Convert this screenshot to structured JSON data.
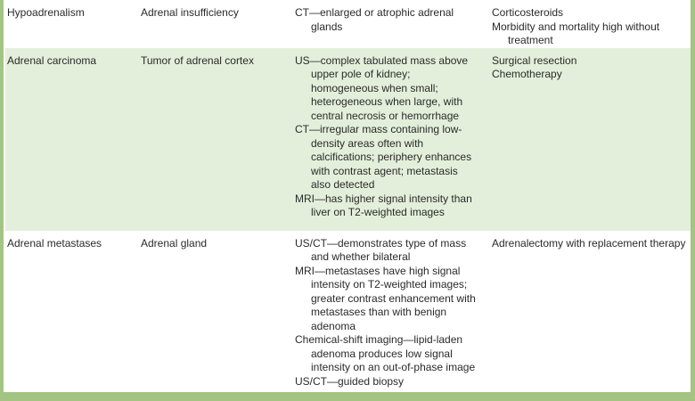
{
  "table": {
    "accent_color": "#a3c483",
    "shaded_row_color": "#e3efda",
    "rows": [
      {
        "shaded": false,
        "condition": "Hypoadrenalism",
        "pathology": "Adrenal insufficiency",
        "imaging": [
          "CT—enlarged or atrophic adrenal glands"
        ],
        "treatment": [
          "Corticosteroids",
          "Morbidity and mortality high without treatment"
        ]
      },
      {
        "shaded": true,
        "condition": "Adrenal carcinoma",
        "pathology": "Tumor of adrenal cortex",
        "imaging": [
          "US—complex tabulated mass above upper pole of kidney; homogeneous when small; heterogeneous when large, with central necrosis or hemorrhage",
          "CT—irregular mass containing low-density areas often with calcifications; periphery enhances with contrast agent; metastasis also detected",
          "MRI—has higher signal intensity than liver on T2-weighted images"
        ],
        "treatment": [
          "Surgical resection",
          "Chemotherapy"
        ]
      },
      {
        "shaded": false,
        "condition": "Adrenal metastases",
        "pathology": "Adrenal gland",
        "imaging": [
          "US/CT—demonstrates type of mass and whether bilateral",
          "MRI—metastases have high signal intensity on T2-weighted images; greater contrast enhancement with metastases than with benign adenoma",
          "Chemical-shift imaging—lipid-laden adenoma produces low signal intensity on an out-of-phase image",
          "US/CT—guided biopsy"
        ],
        "treatment": [
          "Adrenalectomy with replacement therapy"
        ]
      }
    ]
  }
}
